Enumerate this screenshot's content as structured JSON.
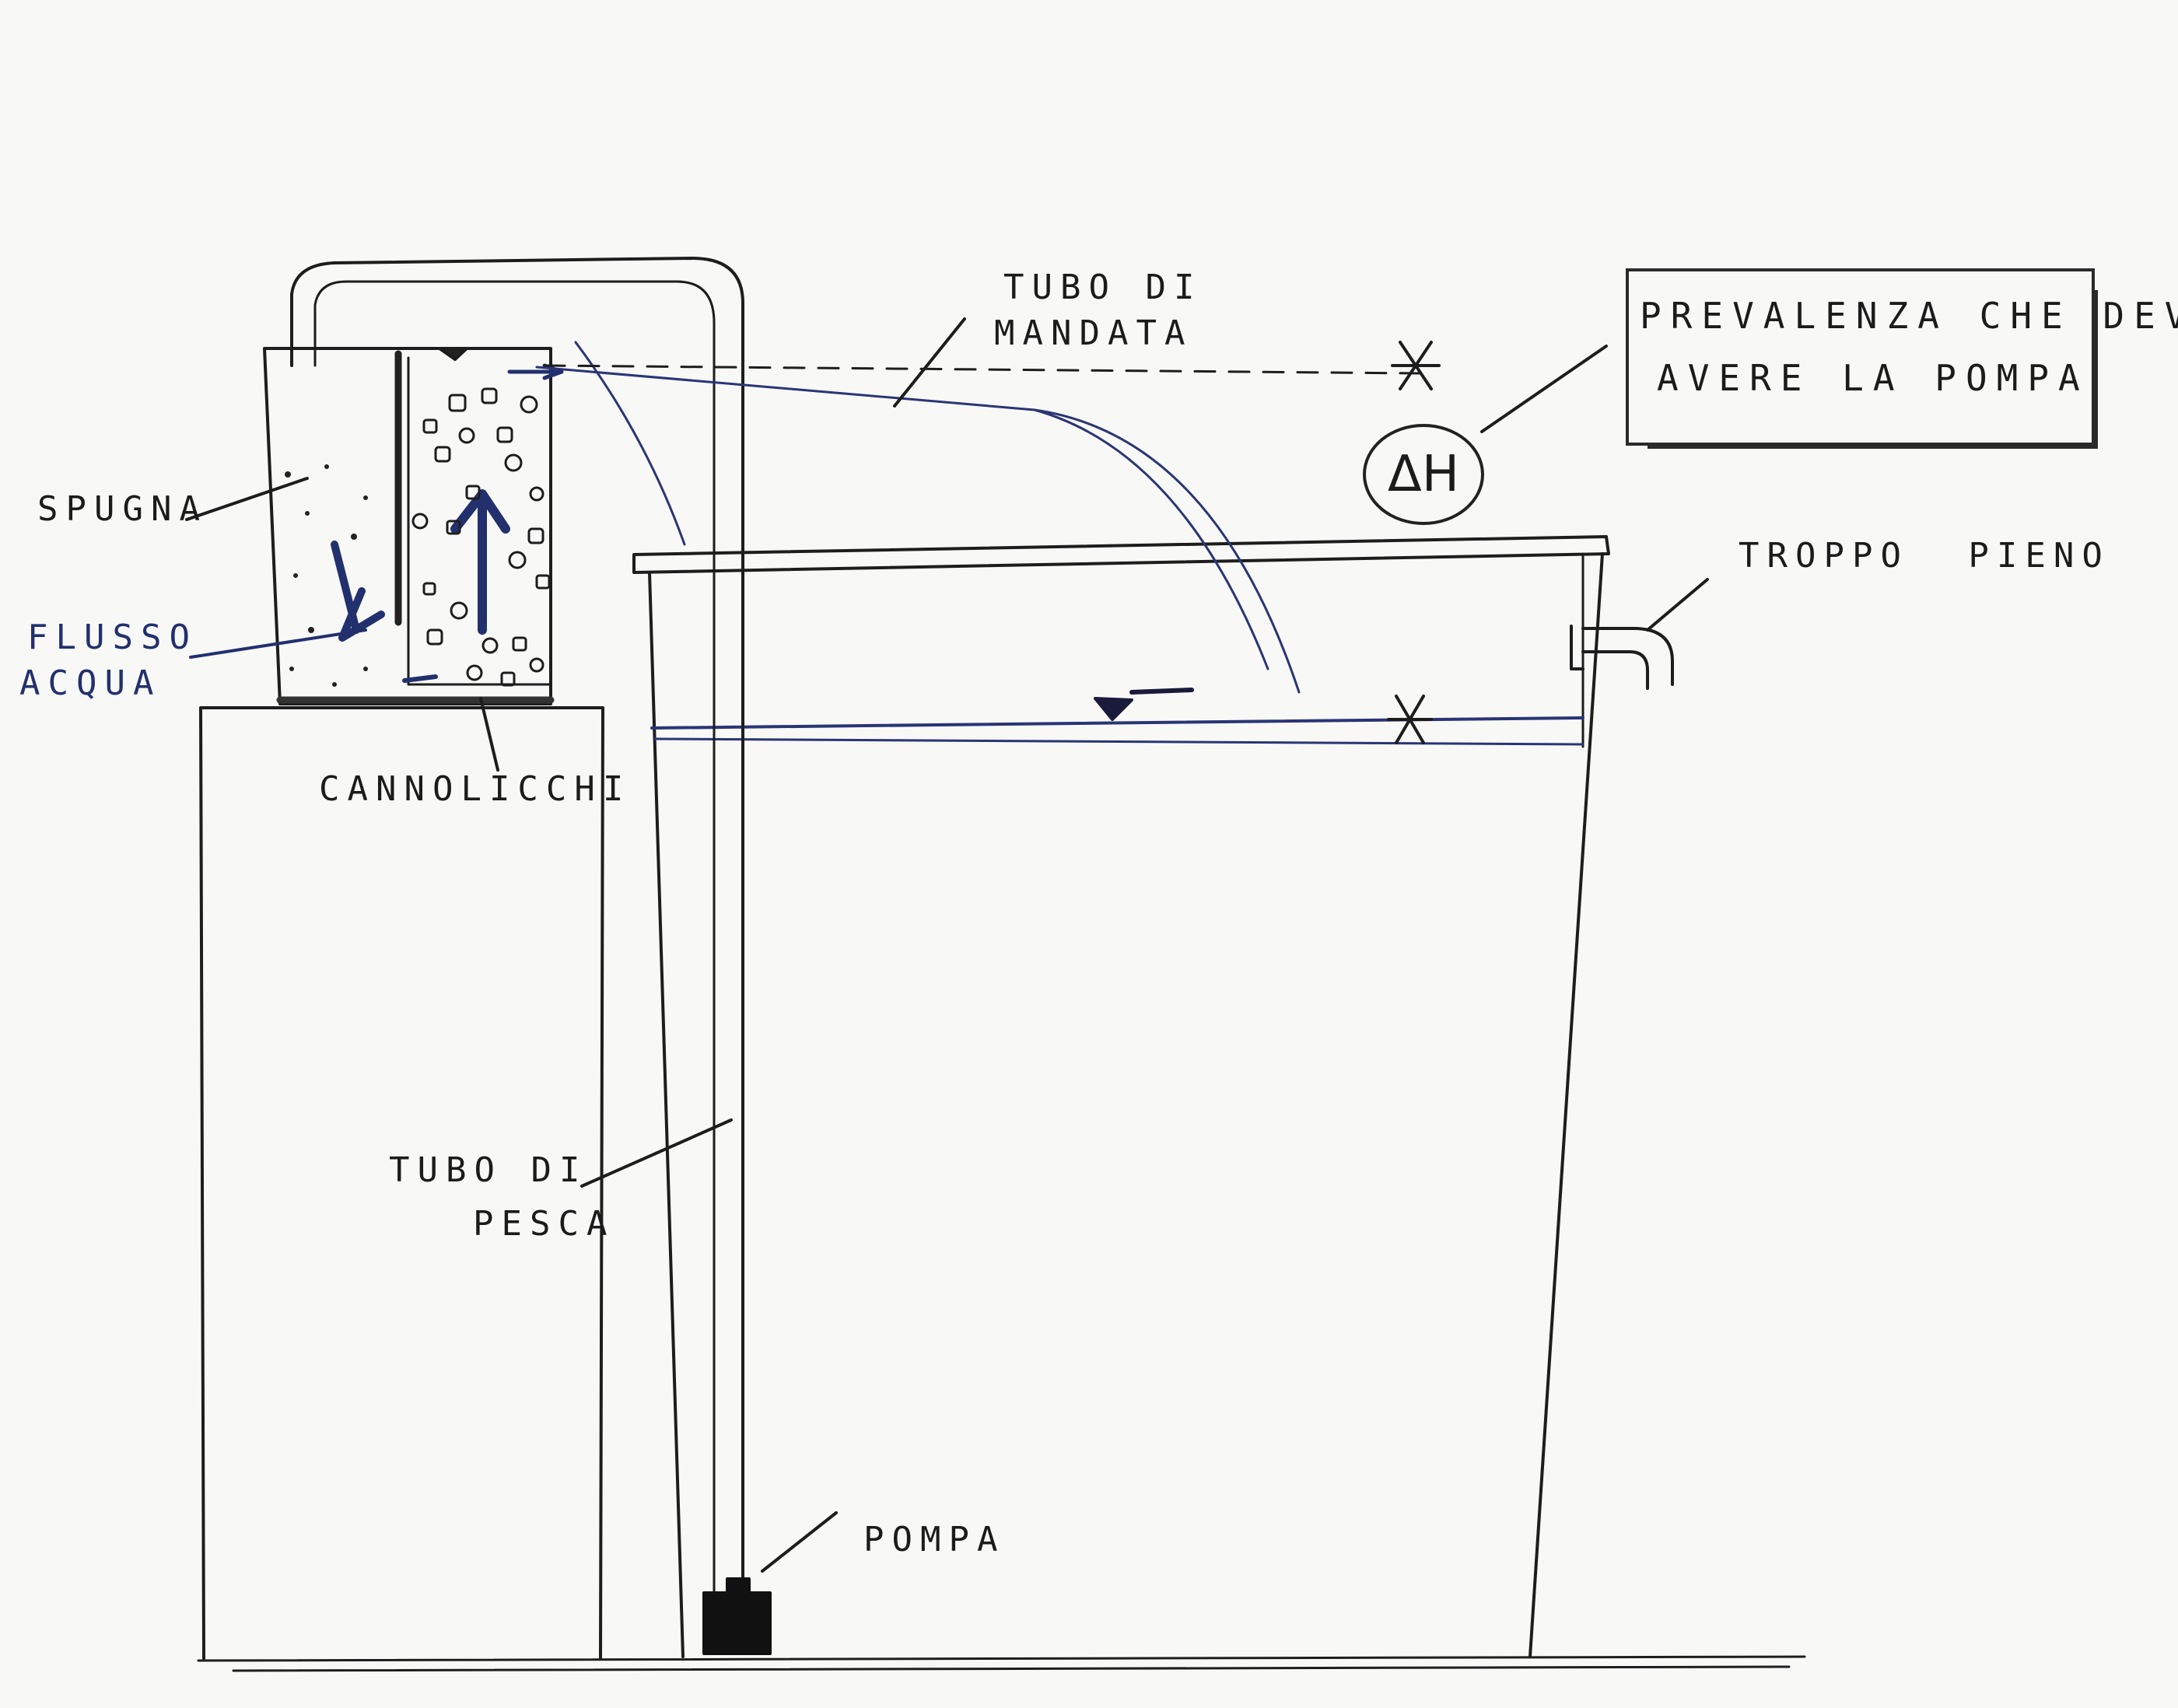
{
  "labels": {
    "tubo_mandata_1": "TUBO DI",
    "tubo_mandata_2": "MANDATA",
    "prevalenza_1": "PREVALENZA CHE DEVE",
    "prevalenza_2": "AVERE LA POMPA",
    "delta_h": "ΔH",
    "troppo_pieno": "TROPPO PIENO",
    "spugna": "SPUGNA",
    "flusso_1": "FLUSSO",
    "flusso_2": "ACQUA",
    "cannolicchi": "CANNOLICCHI",
    "tubo_pesca_1": "TUBO DI",
    "tubo_pesca_2": "PESCA",
    "pompa": "POMPA"
  },
  "colors": {
    "ink": "#1b1b1b",
    "blue_ink": "#22306e",
    "paper": "#f8f8f6"
  }
}
